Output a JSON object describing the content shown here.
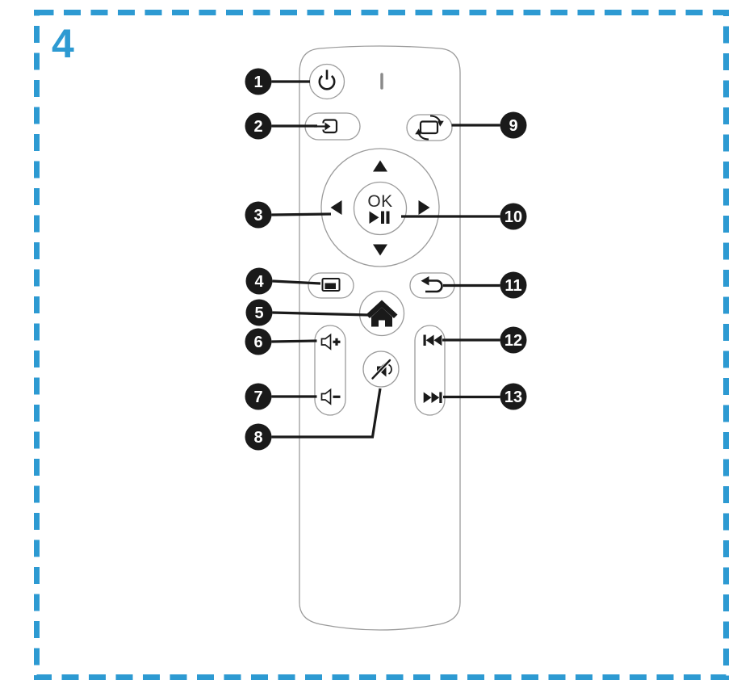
{
  "page": {
    "step_number": "4"
  },
  "colors": {
    "accent": "#2d9ad2",
    "ink": "#1a1a1a",
    "outline": "#9b9b9b"
  },
  "remote": {
    "ok_label": "OK"
  },
  "callouts": [
    {
      "number": "1",
      "icon": "power-icon"
    },
    {
      "number": "2",
      "icon": "source-input-icon"
    },
    {
      "number": "3",
      "icon": "dpad-arrows"
    },
    {
      "number": "4",
      "icon": "menu-icon"
    },
    {
      "number": "5",
      "icon": "home-icon"
    },
    {
      "number": "6",
      "icon": "volume-up-icon"
    },
    {
      "number": "7",
      "icon": "volume-down-icon"
    },
    {
      "number": "8",
      "icon": "mute-icon"
    },
    {
      "number": "9",
      "icon": "rotate-icon"
    },
    {
      "number": "10",
      "icon": "ok-play-pause-icon"
    },
    {
      "number": "11",
      "icon": "back-icon"
    },
    {
      "number": "12",
      "icon": "previous-track-icon"
    },
    {
      "number": "13",
      "icon": "next-track-icon"
    }
  ]
}
